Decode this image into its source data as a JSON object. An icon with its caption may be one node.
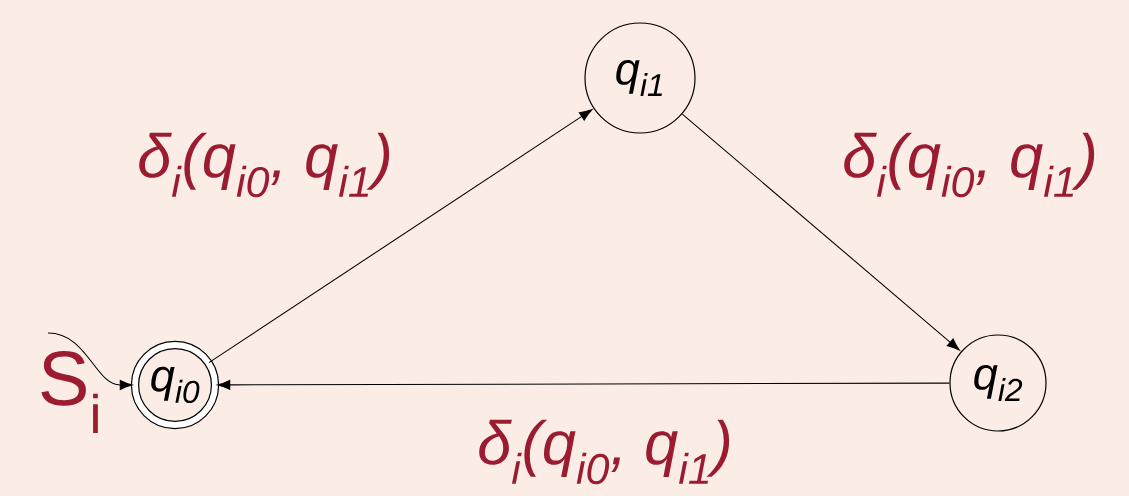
{
  "diagram": {
    "nodes": [
      {
        "text": [
          "q$_{i0}$"
        ]
      },
      {
        "text": [
          "q$_{i1}$"
        ]
      },
      {
        "text": [
          "q$_{i2}$"
        ]
      }
    ],
    "edges": [
      {
        "from": 0,
        "to": 1,
        "arrow": "to",
        "label": "δ$_{i}$(q$_{i0}$, q$_{i1}$)"
      },
      {
        "from": 1,
        "to": 2,
        "arrow": "to",
        "label": "δ$_{i}$(q$_{i0}$, q$_{i1}$)"
      },
      {
        "from": 2,
        "to": 0,
        "arrow": "to",
        "label": "δ$_{i}$(q$_{i0}$, q$_{i1}$)"
      },
      {
        "from": null,
        "to": 0,
        "arrow": "to"
      }
    ],
    "labels": [
      "S$_{i}$"
    ]
  }
}
